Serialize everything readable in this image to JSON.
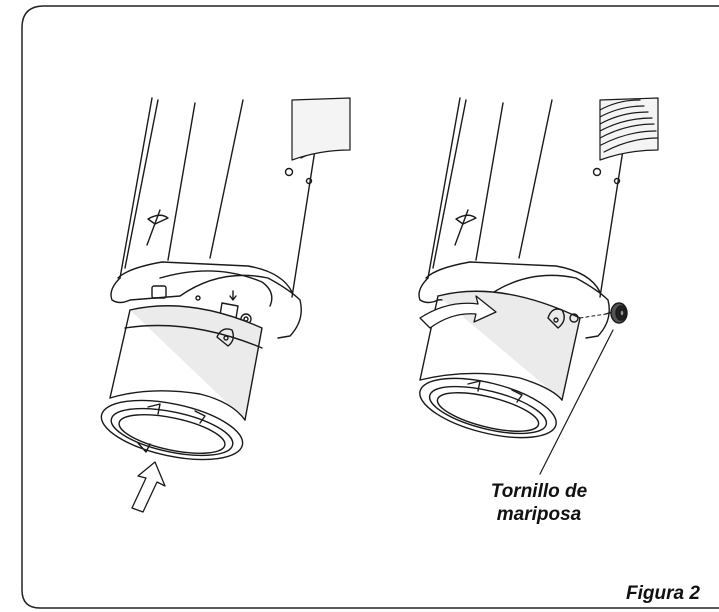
{
  "figure": {
    "callout": {
      "line1": "Tornillo de",
      "line2": "mariposa"
    },
    "caption": "Figura 2"
  },
  "icons": [
    "push-arrow-icon",
    "rotate-arrow-icon",
    "wing-screw-icon"
  ],
  "colors": {
    "line": "#1a1a1a",
    "ring_fill": "#ebebeb",
    "paper": "#ffffff",
    "frame": "#222222"
  }
}
